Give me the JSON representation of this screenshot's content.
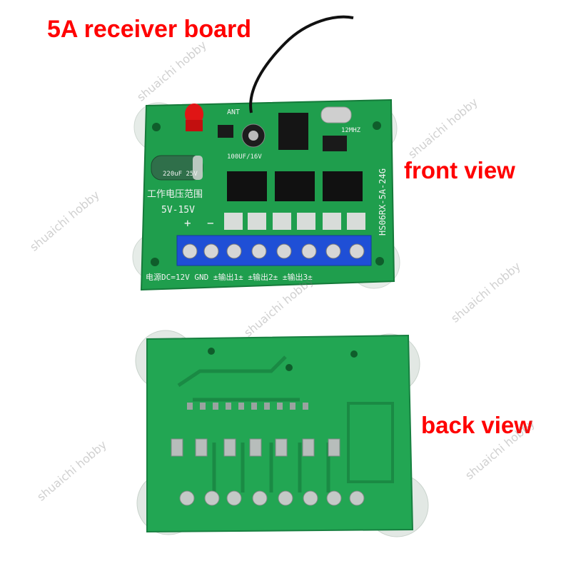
{
  "title_label": "5A receiver board",
  "front_label": "front view",
  "back_label": "back view",
  "watermark": "shuaichi hobby",
  "colors": {
    "title": "#ff0000",
    "pcb": "#1f9e4d",
    "pcb_back": "#22a653",
    "terminal": "#1f4fd6"
  },
  "silkscreen": {
    "ant": "ANT",
    "crystal": "12MHZ",
    "cap_small": "100UF/16V",
    "cap_large": "220uF 25V",
    "model": "HS06RX-5A-24G",
    "range_title": "工作电压范围",
    "range_value": "5V-15V",
    "plus": "+",
    "minus": "−",
    "bottom_label": "电源DC=12V GND ±输出1± ±输出2± ±输出3±"
  }
}
